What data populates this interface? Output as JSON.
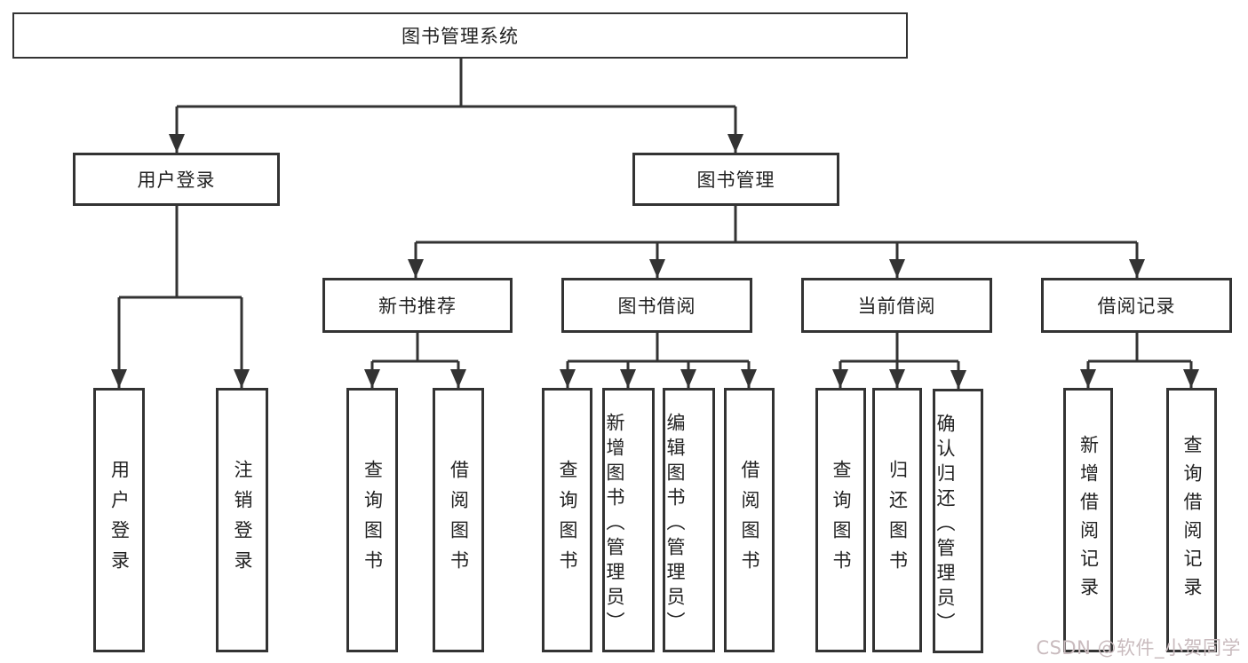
{
  "colors": {
    "line": "#333333",
    "text": "#222222",
    "box_background": "#ffffff",
    "watermark": "#c9bbbe"
  },
  "diagram": {
    "root": {
      "label": "图书管理系统"
    },
    "branches": {
      "user_login": {
        "label": "用户登录",
        "children": [
          "用户登录",
          "注销登录"
        ]
      },
      "book_management": {
        "label": "图书管理",
        "sections": {
          "new_book": {
            "label": "新书推荐",
            "children": [
              "查询图书",
              "借阅图书"
            ]
          },
          "book_borrow": {
            "label": "图书借阅",
            "children": [
              "查询图书",
              "新增图书（管理员）",
              "编辑图书（管理员）",
              "借阅图书"
            ]
          },
          "current_borrow": {
            "label": "当前借阅",
            "children": [
              "查询图书",
              "归还图书",
              "确认归还（管理员）"
            ]
          },
          "borrow_record": {
            "label": "借阅记录",
            "children": [
              "新增借阅记录",
              "查询借阅记录"
            ]
          }
        }
      }
    },
    "watermark": "CSDN @软件_小贺同学"
  }
}
